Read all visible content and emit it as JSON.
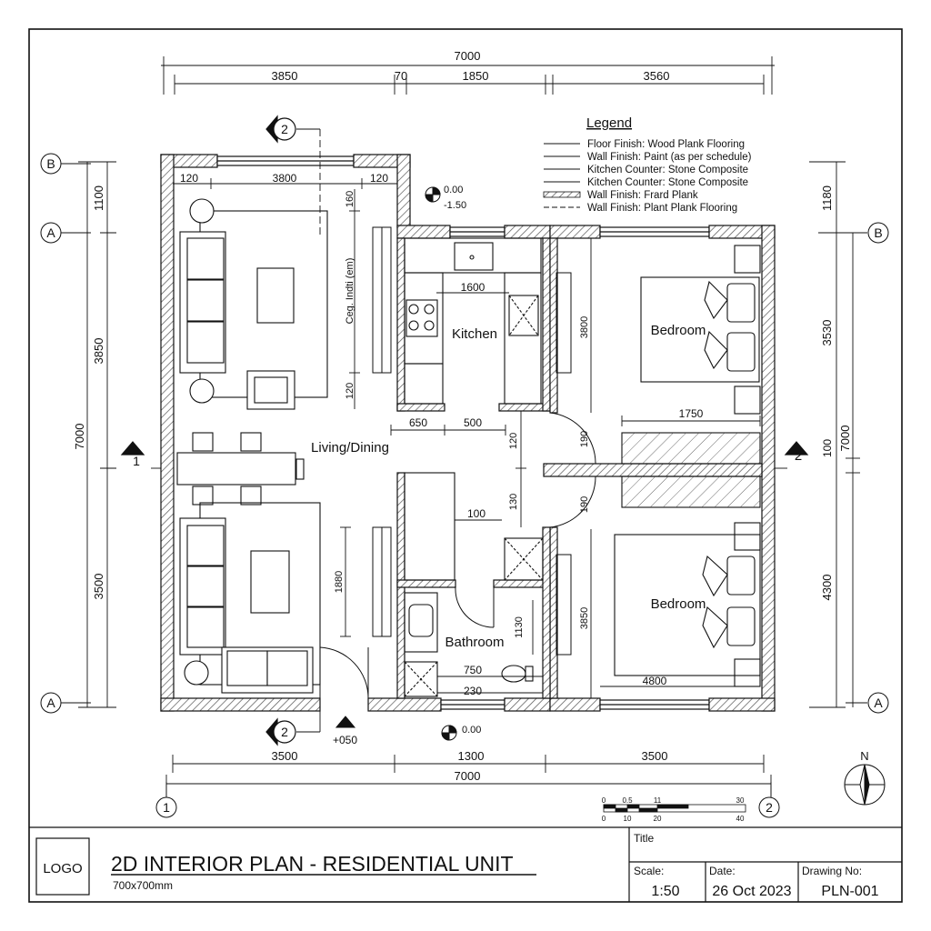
{
  "overall": {
    "top": "7000",
    "bottom": "7000",
    "left": "7000",
    "right": "7000"
  },
  "top_dims": [
    "3850",
    "70",
    "1850",
    "3560"
  ],
  "bottom_dims": [
    "3500",
    "1300",
    "3500"
  ],
  "left_dims": [
    "1100",
    "3850",
    "3500"
  ],
  "right_dims": [
    "1180",
    "3530",
    "100",
    "4300"
  ],
  "grid": {
    "b": "B",
    "a": "A",
    "one": "1",
    "two": "2"
  },
  "section": {
    "one": "1",
    "two": "2"
  },
  "rooms": {
    "kitchen": "Kitchen",
    "living": "Living/Dining",
    "bath": "Bathroom",
    "bed1": "Bedroom",
    "bed2": "Bedroom"
  },
  "inner_dims": {
    "lw_left": "120",
    "lw_mid": "3800",
    "lw_right": "120",
    "ceiling_v": "160",
    "ceiling_label": "Ceg. Indti (em)",
    "v120": "120",
    "counter": "1600",
    "k650": "650",
    "k500": "500",
    "d120": "120",
    "d190a": "190",
    "d190b": "190",
    "d130": "130",
    "c100": "100",
    "sofa1880": "1880",
    "b1130": "1130",
    "b750": "750",
    "b230": "230",
    "bed3800": "3800",
    "bed3850": "3850",
    "wd1750": "1750",
    "bed4800": "4800"
  },
  "levels": {
    "l1": "0.00",
    "l2": "-1.50",
    "l3": "0.00",
    "l4": "+050"
  },
  "legend": {
    "title": "Legend",
    "items": [
      "Floor Finish: Wood Plank Flooring",
      "Wall Finish: Paint (as per schedule)",
      "Kitchen Counter: Stone Composite",
      "Kitchen Counter: Stone Composite",
      "Wall Finish: Frard Plank",
      "Wall Finish: Plant Plank Flooring"
    ]
  },
  "north": "N",
  "scalebar": {
    "top": [
      "0",
      "0.5",
      "11",
      "30"
    ],
    "bottom": [
      "0",
      "10",
      "20",
      "40"
    ]
  },
  "titleblock": {
    "logo": "LOGO",
    "title": "2D INTERIOR PLAN - RESIDENTIAL UNIT",
    "subtitle": "700x700mm",
    "title_label": "Title",
    "scale_label": "Scale:",
    "scale": "1:50",
    "date_label": "Date:",
    "date": "26 Oct 2023",
    "drawing_label": "Drawing No:",
    "drawing_no": "PLN-001"
  },
  "colors": {
    "line": "#111111",
    "hatch": "#555555",
    "paper": "#ffffff"
  }
}
